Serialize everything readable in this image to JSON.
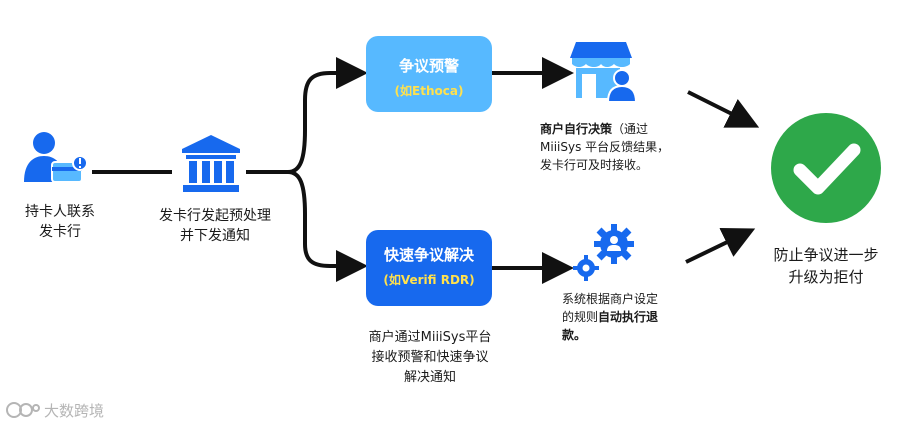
{
  "cardholder": {
    "label_line1": "持卡人联系",
    "label_line2": "发卡行"
  },
  "issuer": {
    "label_line1": "发卡行发起预处理",
    "label_line2": "并下发通知"
  },
  "alert_box": {
    "title": "争议预警",
    "subtitle": "(如Ethoca)"
  },
  "rapid_box": {
    "title": "快速争议解决",
    "subtitle": "(如Verifi RDR)"
  },
  "merchant_note": {
    "line1": "商户通过MiiiSys平台",
    "line2": "接收预警和快速争议",
    "line3": "解决通知"
  },
  "merchant_decision": {
    "bold": "商户自行决策",
    "rest1": "（通过",
    "line2": "MiiiSys 平台反馈结果，",
    "line3": "发卡行可及时接收。"
  },
  "auto_refund": {
    "line1": "系统根据商户设定",
    "line2_plain": "的规则",
    "line2_bold": "自动执行退",
    "line3_bold": "款。"
  },
  "result": {
    "line1": "防止争议进一步",
    "line2": "升级为拒付"
  },
  "watermark": {
    "text": "大数跨境"
  },
  "colors": {
    "light_blue": "#57b9ff",
    "dark_blue": "#1769ee",
    "green": "#2ea84a",
    "highlight": "#ffe14d"
  }
}
